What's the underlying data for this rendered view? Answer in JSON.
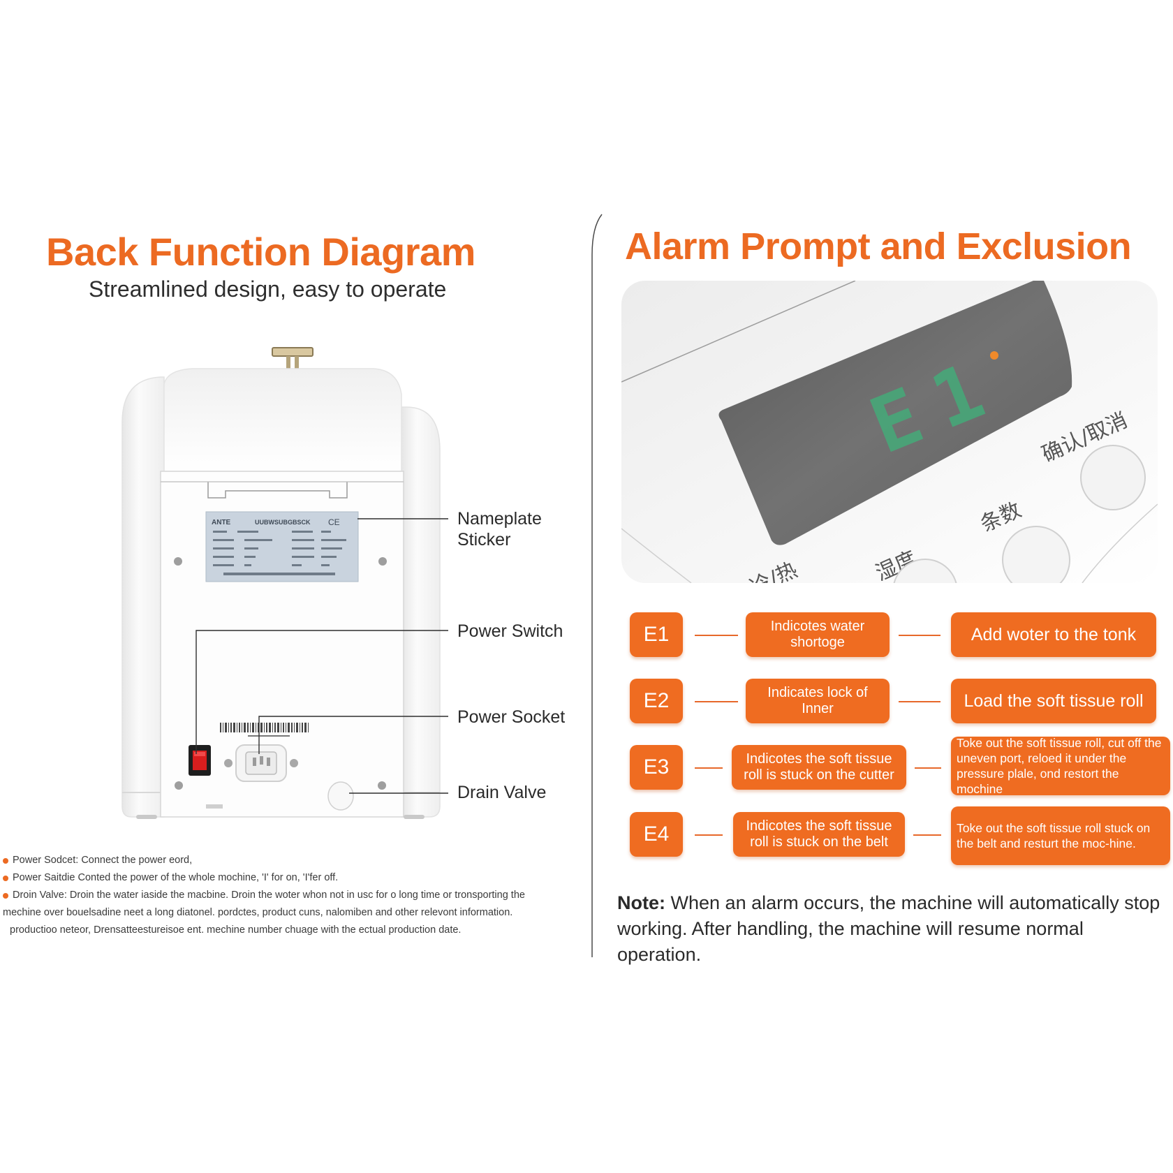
{
  "left": {
    "title": "Back Function Diagram",
    "subtitle": "Streamlined design, easy to operate",
    "labels": {
      "nameplate": "Nameplate Sticker",
      "power_switch": "Power Switch",
      "power_socket": "Power Socket",
      "drain_valve": "Drain Valve"
    },
    "nameplate": {
      "heading_left": "ANTE",
      "heading_mid": "UUBWSUBGBSCK",
      "heading_right": "CE"
    },
    "notes": [
      "Power Sodcet: Connect the power eord,",
      "Power Saitdie Conted the power of the whole mochine, 'I' for on, 'I'fer off.",
      "Droin Valve: Droin the water iaside the macbine. Droin the woter whon not in usc for o long time or tronsporting the"
    ],
    "notes_cont": [
      "mechine over bouelsadine neet a long diatonel.  pordctes, product cuns, nalomiben and other relevont information.",
      "productioo neteor,  Drensatteestureisoe ent. mechine number chuage with the ectual production date."
    ]
  },
  "right": {
    "title": "Alarm Prompt and Exclusion",
    "panel": {
      "display_code": "E1",
      "btn_confirm": "确认/取消",
      "btn_count": "条数",
      "btn_humidity": "湿度",
      "btn_heat": "冷/热"
    },
    "alarms": [
      {
        "code": "E1",
        "meaning": "Indicotes water shortoge",
        "action": "Add woter to the tonk"
      },
      {
        "code": "E2",
        "meaning": "Indicates lock of Inner",
        "action": "Load the soft tissue roll"
      },
      {
        "code": "E3",
        "meaning": "Indicotes the soft tissue roll is stuck on the cutter",
        "action": "Toke out the soft tissue roll, cut off the uneven port, reloed it under the pressure plale, ond restort the mochine"
      },
      {
        "code": "E4",
        "meaning": "Indicotes the soft tissue roll is stuck on the belt",
        "action": "Toke out the soft tissue roll stuck on the belt and resturt the moc-hine."
      }
    ],
    "note_label": "Note:",
    "note_text": "When an alarm occurs, the machine will automatically stop working. After handling, the machine will resume normal operation."
  },
  "colors": {
    "accent": "#ec6a22",
    "display": "#6b6b6b",
    "segment": "#3fb27a",
    "switch_red": "#d81e1e"
  }
}
